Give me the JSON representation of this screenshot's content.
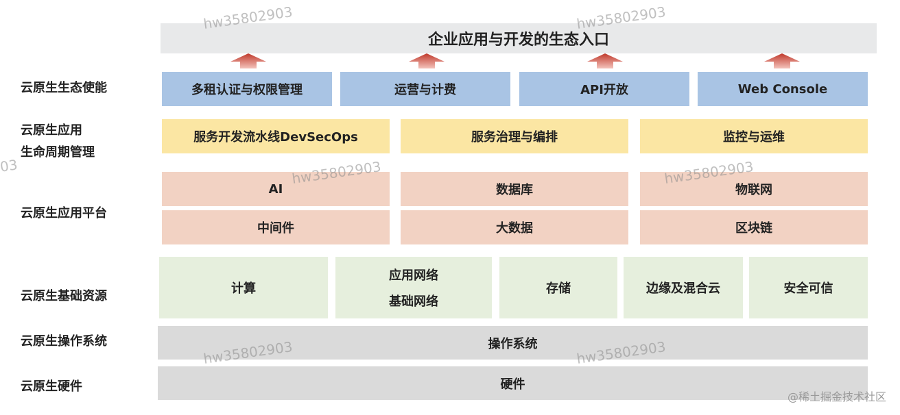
{
  "top_bar": {
    "title": "企业应用与开发的生态入口"
  },
  "rows": {
    "ecosystem": {
      "label": "云原生生态使能",
      "items": [
        "多租认证与权限管理",
        "运营与计费",
        "API开放",
        "Web Console"
      ]
    },
    "lifecycle": {
      "label_line1": "云原生应用",
      "label_line2": "生命周期管理",
      "items": [
        "服务开发流水线DevSecOps",
        "服务治理与编排",
        "监控与运维"
      ]
    },
    "platform": {
      "label": "云原生应用平台",
      "items": [
        "AI",
        "数据库",
        "物联网",
        "中间件",
        "大数据",
        "区块链"
      ]
    },
    "infrastructure": {
      "label": "云原生基础资源",
      "items": [
        "计算",
        "应用网络",
        "基础网络",
        "存储",
        "边缘及混合云",
        "安全可信"
      ]
    },
    "os": {
      "label": "云原生操作系统",
      "item": "操作系统"
    },
    "hardware": {
      "label": "云原生硬件",
      "item": "硬件"
    }
  },
  "watermarks": [
    "hw35802903",
    "hw35802903",
    "hw35802903",
    "hw35802903",
    "hw35802903",
    "hw35802903",
    "03"
  ],
  "footer": {
    "text": "@稀土掘金技术社区"
  },
  "colors": {
    "arrow": "#c0392b",
    "blue": "#a9c4e4",
    "yellow": "#fbe6a3",
    "pink": "#f2d2c3",
    "green": "#e6efdd",
    "gray": "#dadada"
  }
}
